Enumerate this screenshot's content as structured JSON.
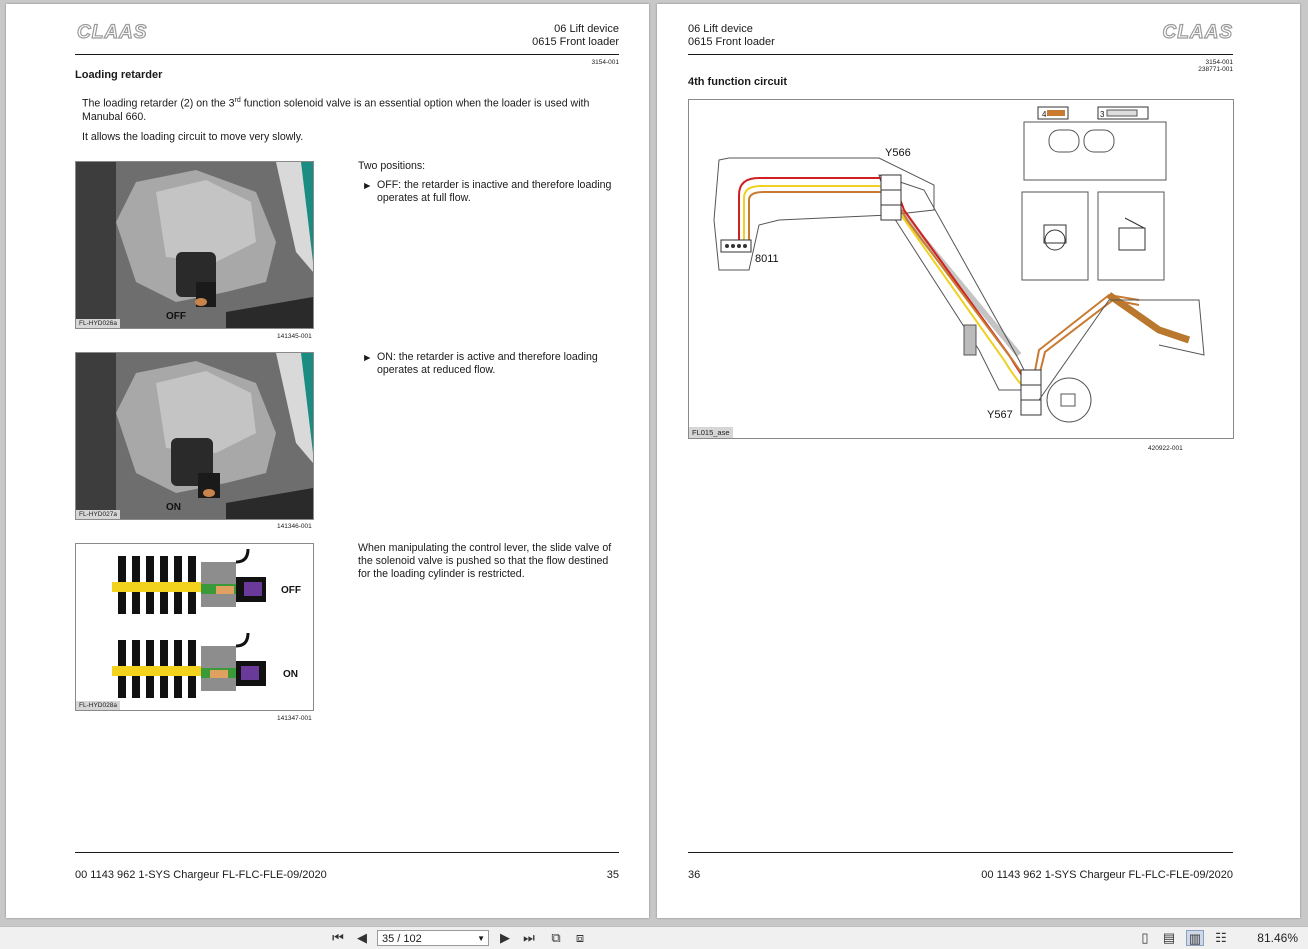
{
  "left_page": {
    "logo": "CLAAS",
    "chapter": "06 Lift device",
    "section": "0615 Front loader",
    "doc_ref": "3154-001",
    "heading": "Loading retarder",
    "intro_line1_a": "The loading retarder (2) on the 3",
    "intro_line1_sup": "rd",
    "intro_line1_b": " function solenoid valve is an essential option when the loader is used with",
    "intro_line2": "Manubal 660.",
    "intro_line3": "It allows the loading circuit to move very slowly.",
    "positions_title": "Two positions:",
    "bullet_symbol": "►",
    "bullet_off_line1": "OFF: the retarder is inactive and therefore loading",
    "bullet_off_line2": "operates at full flow.",
    "bullet_on_line1": "ON: the retarder is active and therefore loading",
    "bullet_on_line2": "operates at reduced flow.",
    "manip_line1": "When manipulating the control lever, the slide valve of",
    "manip_line2": "the solenoid valve is pushed so that the flow destined",
    "manip_line3": "for the loading cylinder is restricted.",
    "fig1": {
      "tag": "FL-HYD026a",
      "label": "OFF",
      "ref": "141345-001"
    },
    "fig2": {
      "tag": "FL-HYD027a",
      "label": "ON",
      "ref": "141346-001"
    },
    "fig3": {
      "tag": "FL-HYD028a",
      "label_off": "OFF",
      "label_on": "ON",
      "ref": "141347-001"
    },
    "footer_doc": "00 1143 962 1-SYS Chargeur FL-FLC-FLE-09/2020",
    "page_number": "35"
  },
  "right_page": {
    "logo": "CLAAS",
    "chapter": "06 Lift device",
    "section": "0615 Front loader",
    "doc_ref1": "3154-001",
    "doc_ref2": "238771-001",
    "heading": "4th function circuit",
    "diagram": {
      "tag": "FL015_ase",
      "label_y566": "Y566",
      "label_y567": "Y567",
      "label_8011": "8011",
      "switch_4": "4",
      "switch_3": "3",
      "ref": "420922-001"
    },
    "page_number": "36",
    "footer_doc": "00 1143 962 1-SYS Chargeur FL-FLC-FLE-09/2020"
  },
  "toolbar": {
    "page_indicator": "35 / 102",
    "zoom": "81.46%"
  }
}
